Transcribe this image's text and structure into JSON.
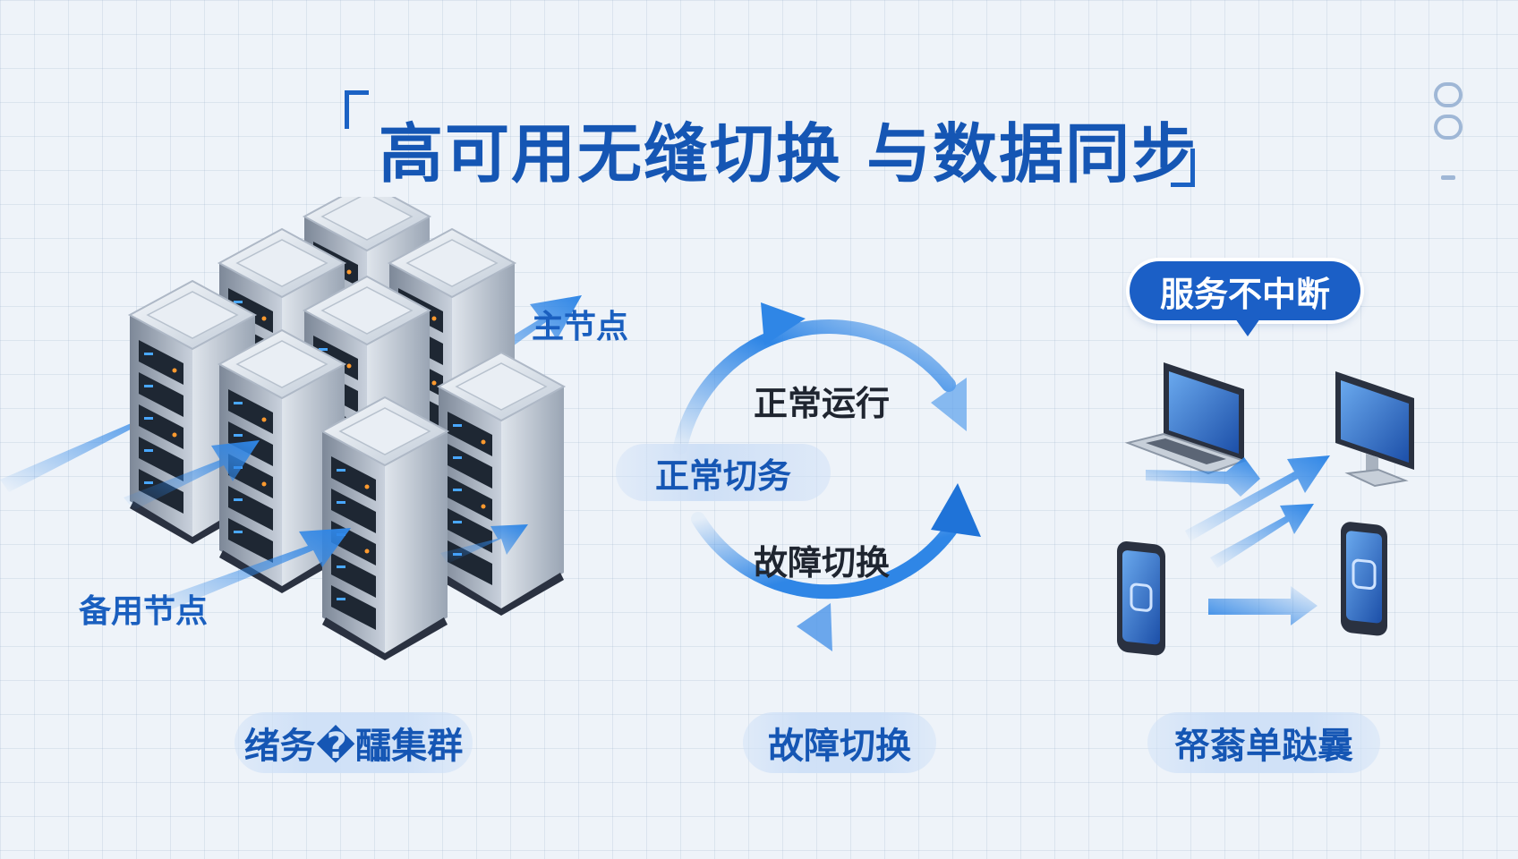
{
  "title": "高可用无缝切换 与数据同步",
  "cluster": {
    "primary_label": "主节点",
    "backup_label": "备用节点",
    "caption": "绪务�醽集群"
  },
  "cycle": {
    "normal_operation": "正常运行",
    "normal_switch": "正常切务",
    "failover": "故障切换",
    "caption": "故障切换"
  },
  "clients": {
    "bubble": "服务不中断",
    "caption": "帑蓊单跶曩"
  },
  "colors": {
    "accent": "#1556b4",
    "arrow_blue": "#2f86e6",
    "bubble_bg": "#1b5fc6"
  },
  "icons": [
    "server-rack-icon",
    "cycle-arrow-icon",
    "laptop-icon",
    "monitor-icon",
    "smartphone-icon",
    "speech-bubble-icon",
    "sync-arrow-icon"
  ]
}
